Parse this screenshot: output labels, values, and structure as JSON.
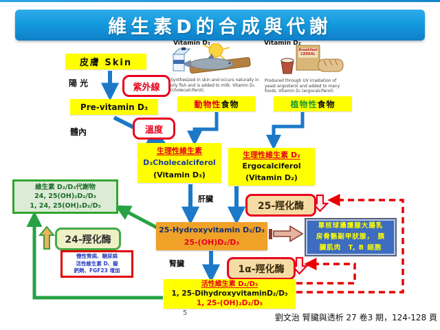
{
  "title": "維生素D的合成與代謝",
  "page_number": "5",
  "citation": "劉文治  腎臟與透析 27 卷3 期，124-128 頁",
  "colors": {
    "title_blue": "#149ade",
    "box_yellow": "#ffff00",
    "hydroxy_orange": "#f0a228",
    "alert_red": "#e8001c",
    "green": "#2fa52f",
    "arrow_blue": "#1b79c8",
    "target_blue": "#3d6cc0"
  },
  "sources": {
    "d3_label": "Vitamin D₃",
    "d2_label": "Vitamin D₂",
    "d3_caption": "Synthesized in skin and occurs naturally in oily fish and is added to milk. Vitamin D₃ (cholecalciferol).",
    "d2_caption": "Produced through UV irradiation of yeast ergosterol and added to many foods. Vitamin D₂ (ergocalciferol).",
    "cereal_line1": "Breakfast",
    "cereal_line2": "CEREAL"
  },
  "flow": {
    "skin_box": "皮膚  Skin",
    "sunlight_label": "陽 光",
    "uv_box": "紫外線",
    "previtamin_box": "Pre-vitamin D₃",
    "inbody_label": "體內",
    "temperature_box": "溫度",
    "animal_food_colored": "動物性",
    "animal_food_rest": "食物",
    "plant_food_colored": "植物性",
    "plant_food_rest": "食物",
    "d3_box": {
      "line1": "生理性維生素",
      "line2": "D₃Cholecalciferol",
      "line3": "(Vitamin D₃)"
    },
    "d2_box": {
      "line1": "生理性維生素 D₂",
      "line2": "Ergocalciferol",
      "line3": "(Vitamin D₂)"
    },
    "liver_label": "肝臟",
    "hydroxy25_box": {
      "line1": "25-Hydroxyvitamin D₂/D₃",
      "line2": "25-(OH)D₂/D₃"
    },
    "enzyme25": "25-羥化酶",
    "enzyme1a": "1α-羥化酶",
    "enzyme24": "24-羥化酶",
    "kidney_label": "腎臟",
    "metabolite_box": {
      "line1": "維生素 D₂/D₃代謝物",
      "line2": "24, 25(OH)₂D₂/D₃",
      "line3": "1, 24, 25(OH)₂D₂/D₃"
    },
    "upregulators_box": {
      "line1": "慢性腎病、糖尿病",
      "line2": "活性維生素 D、擬",
      "line3": "鈣劑、FGF23 增加"
    },
    "active_box": {
      "line1": "活性維生素 D₂/D₃",
      "line2": "1, 25-DihydroxyvitaminD₂/D₃",
      "line3": "1, 25-(OH)₂D₂/D₃"
    },
    "target_box": {
      "line1": "單核球攝護腺大腸乳",
      "line2": "房骨骼副甲狀腺，　胰",
      "line3": "臟肌肉　T, B 細胞"
    }
  }
}
